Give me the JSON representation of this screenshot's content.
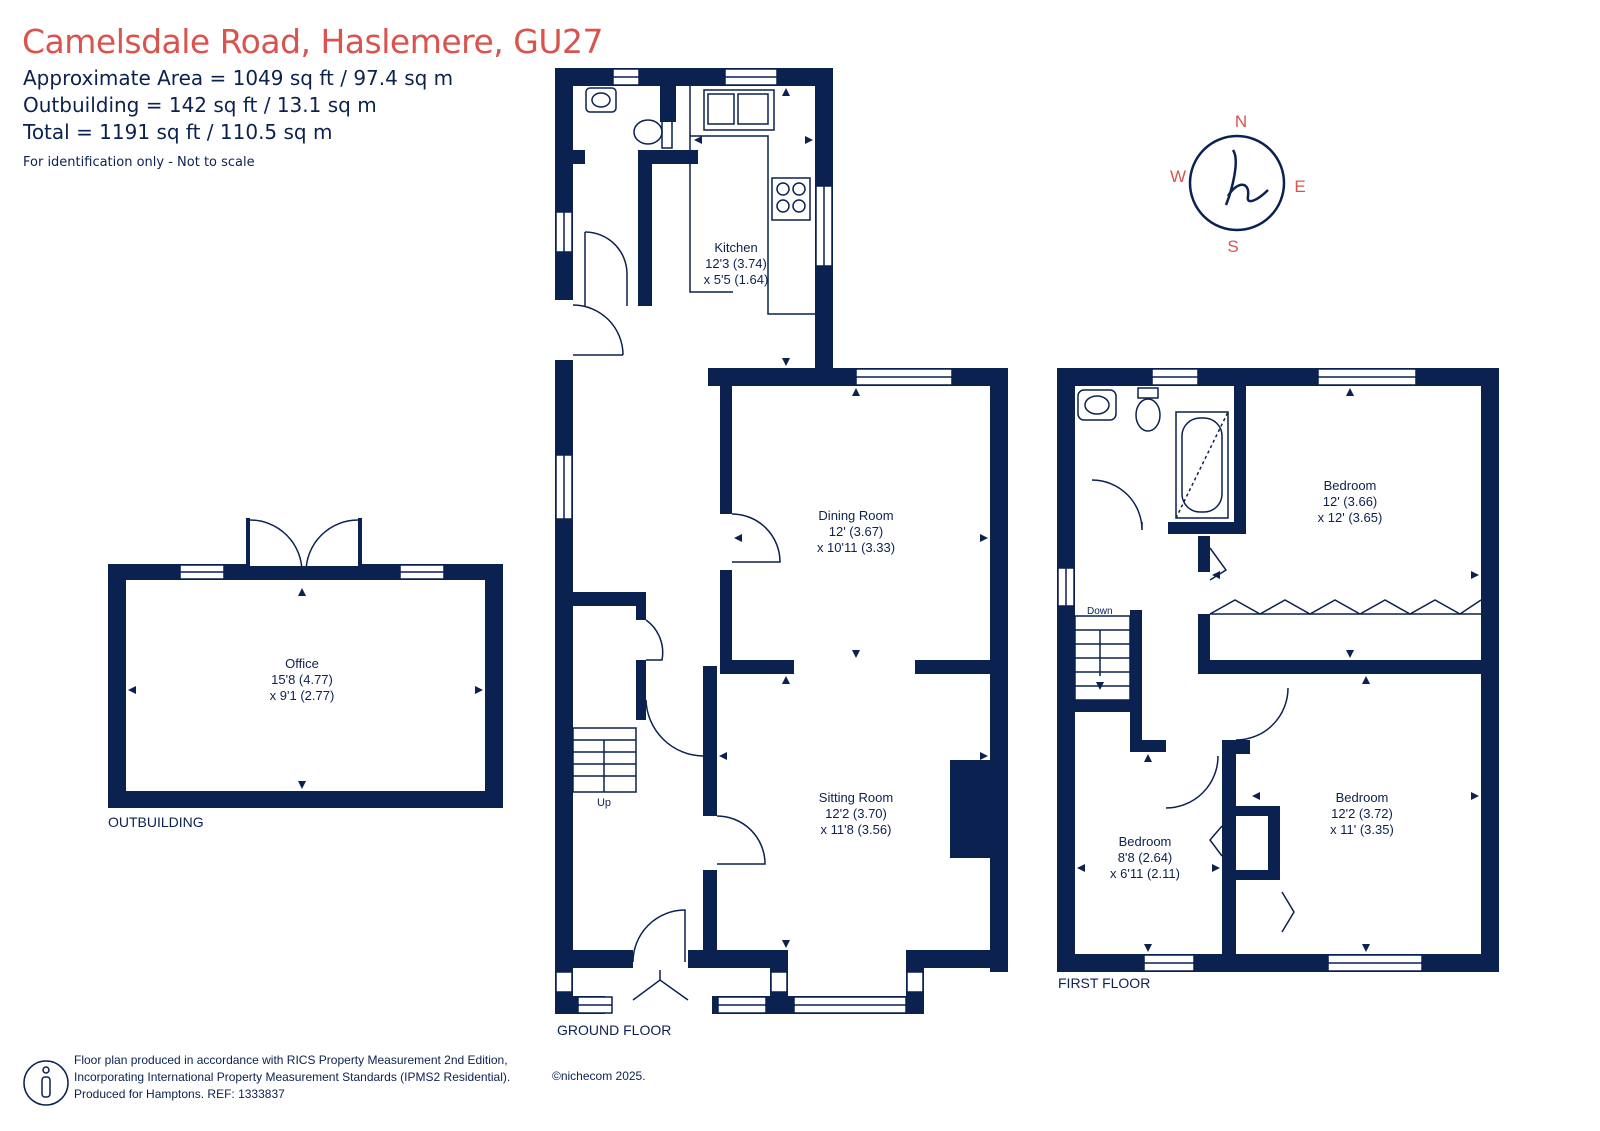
{
  "header": {
    "title": "Camelsdale Road, Haslemere, GU27",
    "area_lines": [
      "Approximate Area = 1049 sq ft / 97.4 sq m",
      "Outbuilding = 142 sq ft / 13.1 sq m",
      "Total = 1191 sq ft / 110.5 sq m"
    ],
    "note": "For identification only - Not to scale"
  },
  "compass": {
    "n": "N",
    "s": "S",
    "e": "E",
    "w": "W",
    "logo_symbol": "h"
  },
  "floors": {
    "ground": "GROUND FLOOR",
    "first": "FIRST FLOOR",
    "outbuilding": "OUTBUILDING"
  },
  "rooms": {
    "kitchen": {
      "name": "Kitchen",
      "dim1": "12'3 (3.74)",
      "dim2": "x 5'5 (1.64)"
    },
    "dining": {
      "name": "Dining Room",
      "dim1": "12' (3.67)",
      "dim2": "x 10'11 (3.33)"
    },
    "sitting": {
      "name": "Sitting Room",
      "dim1": "12'2 (3.70)",
      "dim2": "x 11'8 (3.56)"
    },
    "office": {
      "name": "Office",
      "dim1": "15'8 (4.77)",
      "dim2": "x 9'1 (2.77)"
    },
    "bed1": {
      "name": "Bedroom",
      "dim1": "12' (3.66)",
      "dim2": "x 12' (3.65)"
    },
    "bed2": {
      "name": "Bedroom",
      "dim1": "12'2 (3.72)",
      "dim2": "x 11' (3.35)"
    },
    "bed3": {
      "name": "Bedroom",
      "dim1": "8'8 (2.64)",
      "dim2": "x 6'11 (2.11)"
    }
  },
  "stairs": {
    "up": "Up",
    "down": "Down"
  },
  "footer": {
    "lines": [
      "Floor plan produced in accordance with RICS Property Measurement 2nd Edition,",
      "Incorporating International Property Measurement Standards (IPMS2 Residential).",
      "Produced for Hamptons.  REF: 1333837"
    ],
    "copyright": "©nichecom 2025."
  },
  "colors": {
    "wall": "#0b2150",
    "accent": "#d9534f",
    "background": "#ffffff"
  }
}
